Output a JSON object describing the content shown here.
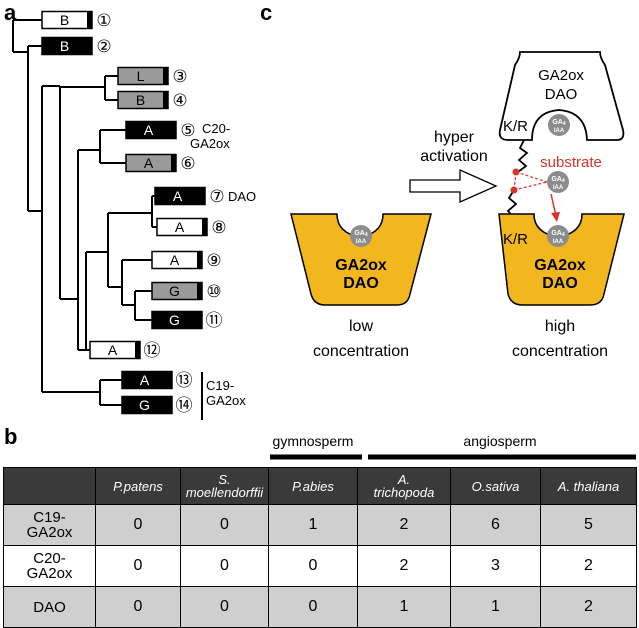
{
  "panels": {
    "a": "a",
    "b": "b",
    "c": "c"
  },
  "tree": {
    "leaves": [
      {
        "num": "①",
        "letter": "B",
        "fill": "white"
      },
      {
        "num": "②",
        "letter": "B",
        "fill": "black"
      },
      {
        "num": "③",
        "letter": "L",
        "fill": "gray"
      },
      {
        "num": "④",
        "letter": "B",
        "fill": "gray"
      },
      {
        "num": "⑤",
        "letter": "A",
        "fill": "black"
      },
      {
        "num": "⑥",
        "letter": "A",
        "fill": "gray"
      },
      {
        "num": "⑦",
        "letter": "A",
        "fill": "black"
      },
      {
        "num": "⑧",
        "letter": "A",
        "fill": "white"
      },
      {
        "num": "⑨",
        "letter": "A",
        "fill": "white"
      },
      {
        "num": "⑩",
        "letter": "G",
        "fill": "gray"
      },
      {
        "num": "⑪",
        "letter": "G",
        "fill": "black"
      },
      {
        "num": "⑫",
        "letter": "A",
        "fill": "white"
      },
      {
        "num": "⑬",
        "letter": "A",
        "fill": "black"
      },
      {
        "num": "⑭",
        "letter": "G",
        "fill": "black"
      }
    ],
    "labels": {
      "c20_line1": "C20-",
      "c20_line2": "GA2ox",
      "dao": "DAO",
      "c19_line1": "C19-",
      "c19_line2": "GA2ox"
    }
  },
  "model": {
    "arrow_label_1": "hyper",
    "arrow_label_2": "activation",
    "enzyme_line1": "GA2ox",
    "enzyme_line2": "DAO",
    "substrate": "substrate",
    "kr": "K/R",
    "ga_main": "GA",
    "ga_sub": "4",
    "ga_iaa": "IAA",
    "low_1": "low",
    "low_2": "concentration",
    "high_1": "high",
    "high_2": "concentration"
  },
  "table": {
    "groups": {
      "gymnosperm": "gymnosperm",
      "angiosperm": "angiosperm"
    },
    "columns": [
      {
        "line1": "",
        "line2": ""
      },
      {
        "line1": "P.patens",
        "line2": ""
      },
      {
        "line1": "S.",
        "line2": "moellendorffii"
      },
      {
        "line1": "P.abies",
        "line2": ""
      },
      {
        "line1": "A.",
        "line2": "trichopoda"
      },
      {
        "line1": "O.sativa",
        "line2": ""
      },
      {
        "line1": "A. thaliana",
        "line2": ""
      }
    ],
    "rows": [
      {
        "label1": "C19-",
        "label2": "GA2ox",
        "values": [
          "0",
          "0",
          "1",
          "2",
          "6",
          "5"
        ]
      },
      {
        "label1": "C20-",
        "label2": "GA2ox",
        "values": [
          "0",
          "0",
          "0",
          "2",
          "3",
          "2"
        ]
      },
      {
        "label1": "DAO",
        "label2": "",
        "values": [
          "0",
          "0",
          "0",
          "1",
          "1",
          "2"
        ]
      }
    ]
  },
  "colors": {
    "enzyme": "#f2b61f",
    "gray_box": "#9a9a9a",
    "substrate": "#d9342b",
    "ball": "#8c8c8c"
  }
}
